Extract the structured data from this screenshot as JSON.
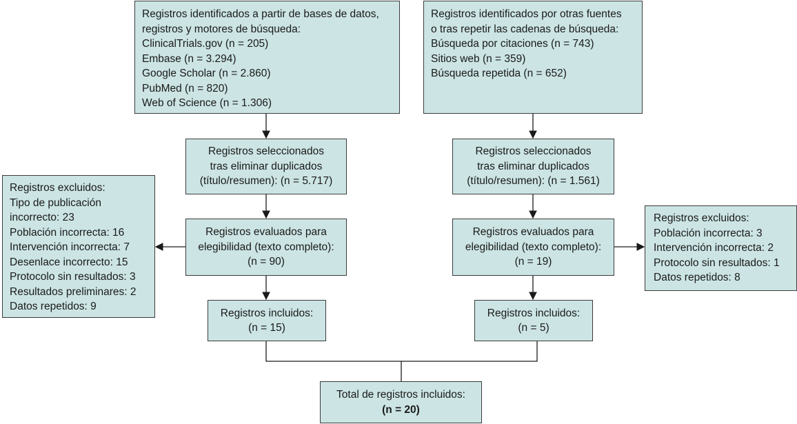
{
  "diagram": {
    "type": "PRISMA flow diagram",
    "left_column": {
      "identified": {
        "lines": [
          "Registros identificados a partir de bases de datos,",
          "registros y motores de búsqueda:",
          "ClinicalTrials.gov (n = 205)",
          "Embase (n = 3.294)",
          "Google Scholar (n = 2.860)",
          "PubMed (n = 820)",
          "Web of Science (n = 1.306)"
        ]
      },
      "screened": {
        "lines": [
          "Registros seleccionados",
          "tras eliminar duplicados",
          "(título/resumen): (n = 5.717)"
        ]
      },
      "assessed": {
        "lines": [
          "Registros evaluados para",
          "elegibilidad (texto completo):",
          "(n = 90)"
        ]
      },
      "included": {
        "lines": [
          "Registros incluidos:",
          "(n = 15)"
        ]
      },
      "excluded": {
        "lines": [
          "Registros excluidos:",
          "Tipo de publicación",
          "incorrecto: 23",
          "Población incorrecta: 16",
          "Intervención incorrecta: 7",
          "Desenlace incorrecto: 15",
          "Protocolo sin resultados: 3",
          "Resultados preliminares: 2",
          "Datos repetidos: 9"
        ]
      }
    },
    "right_column": {
      "identified": {
        "lines": [
          "Registros identificados por otras fuentes",
          "o tras repetir las cadenas de búsqueda:",
          "Búsqueda por citaciones (n = 743)",
          "Sitios web (n = 359)",
          "Búsqueda repetida (n = 652)"
        ]
      },
      "screened": {
        "lines": [
          "Registros seleccionados",
          "tras eliminar duplicados",
          "(título/resumen): (n = 1.561)"
        ]
      },
      "assessed": {
        "lines": [
          "Registros evaluados para",
          "elegibilidad (texto completo):",
          "(n = 19)"
        ]
      },
      "included": {
        "lines": [
          "Registros incluidos:",
          "(n = 5)"
        ]
      },
      "excluded": {
        "lines": [
          "Registros excluidos:",
          "Población incorrecta: 3",
          "Intervención incorrecta: 2",
          "Protocolo sin resultados: 1",
          "Datos repetidos: 8"
        ]
      }
    },
    "total": {
      "lines": [
        "Total de registros incluidos:",
        "(n = 20)"
      ]
    },
    "colors": {
      "box_fill": "#cce4e4",
      "box_border": "#3a3a3a",
      "connector": "#1a1a1a"
    }
  }
}
